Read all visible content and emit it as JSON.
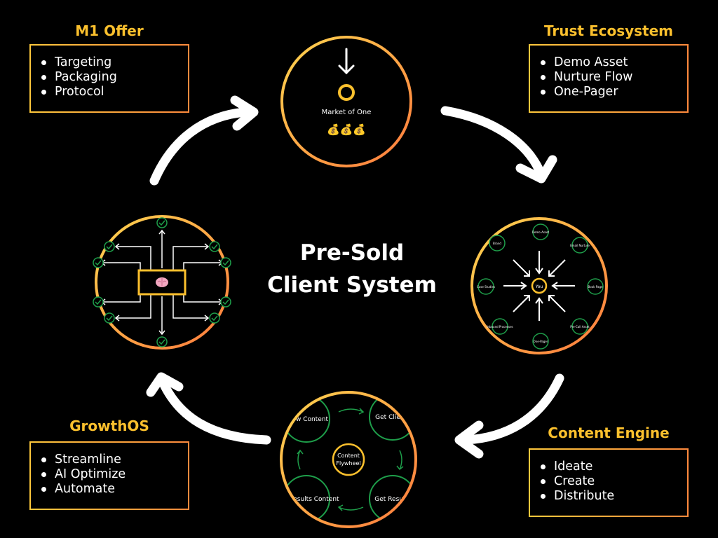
{
  "center": {
    "line1": "Pre-Sold",
    "line2": "Client System"
  },
  "m1_offer": {
    "title": "M1 Offer",
    "items": [
      "Targeting",
      "Packaging",
      "Protocol"
    ]
  },
  "trust_ecosystem": {
    "title": "Trust Ecosystem",
    "items": [
      "Demo Asset",
      "Nurture Flow",
      "One-Pager"
    ]
  },
  "content_engine": {
    "title": "Content Engine",
    "items": [
      "Ideate",
      "Create",
      "Distribute"
    ]
  },
  "growthos": {
    "title": "GrowthOS",
    "items": [
      "Streamline",
      "AI Optimize",
      "Automate"
    ]
  },
  "market_circle": {
    "label": "Market of One",
    "icons": "💰💰💰"
  },
  "trust_circle": {
    "center": "You",
    "nodes": [
      "Demo Asset",
      "Email Nurture",
      "Book Page",
      "Pre-Call Asset",
      "One-Pager",
      "Inbound Processes",
      "Case Studies",
      "Brand"
    ]
  },
  "flywheel_circle": {
    "center_line1": "Content",
    "center_line2": "Flywheel",
    "nodes": [
      "Grow Content",
      "Get Clients",
      "Get Results",
      "Turn Results Content"
    ]
  },
  "growthos_circle": {
    "center_icon": "brain-icon"
  },
  "colors": {
    "accent": "#fbc02d",
    "accent2": "#ff8a3d",
    "green": "#1e9e4a",
    "background": "#000000"
  }
}
